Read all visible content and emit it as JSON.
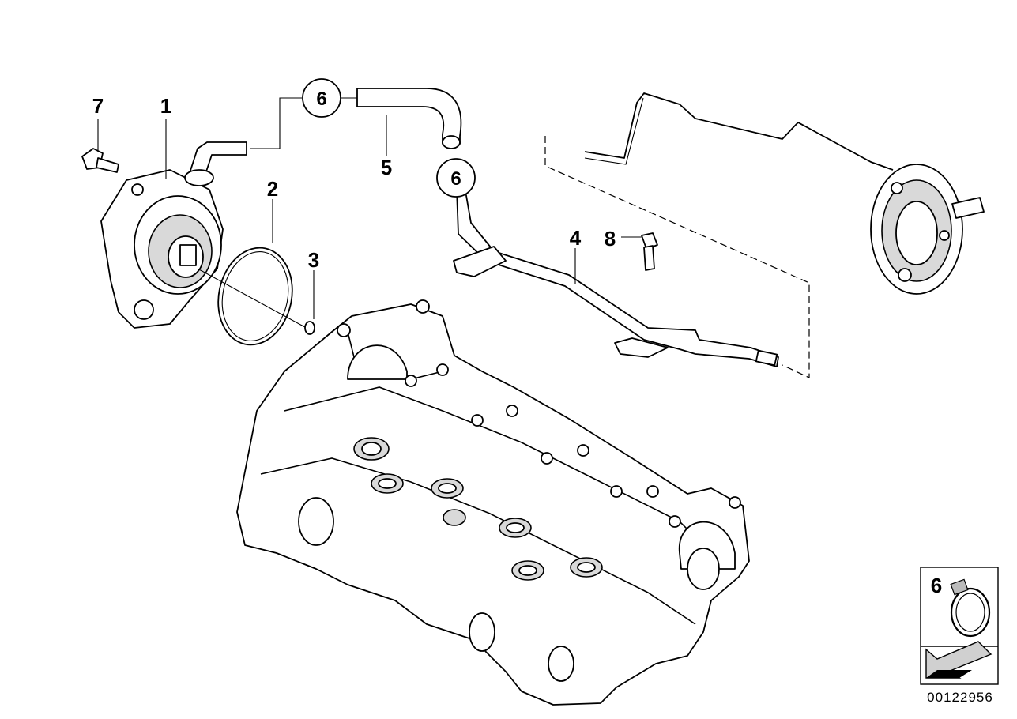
{
  "callouts": {
    "c1": "1",
    "c2": "2",
    "c3": "3",
    "c4": "4",
    "c5": "5",
    "c6a": "6",
    "c6b": "6",
    "c7": "7",
    "c8": "8"
  },
  "legend": {
    "clamp_label": "6"
  },
  "diagram_id": "00122956"
}
